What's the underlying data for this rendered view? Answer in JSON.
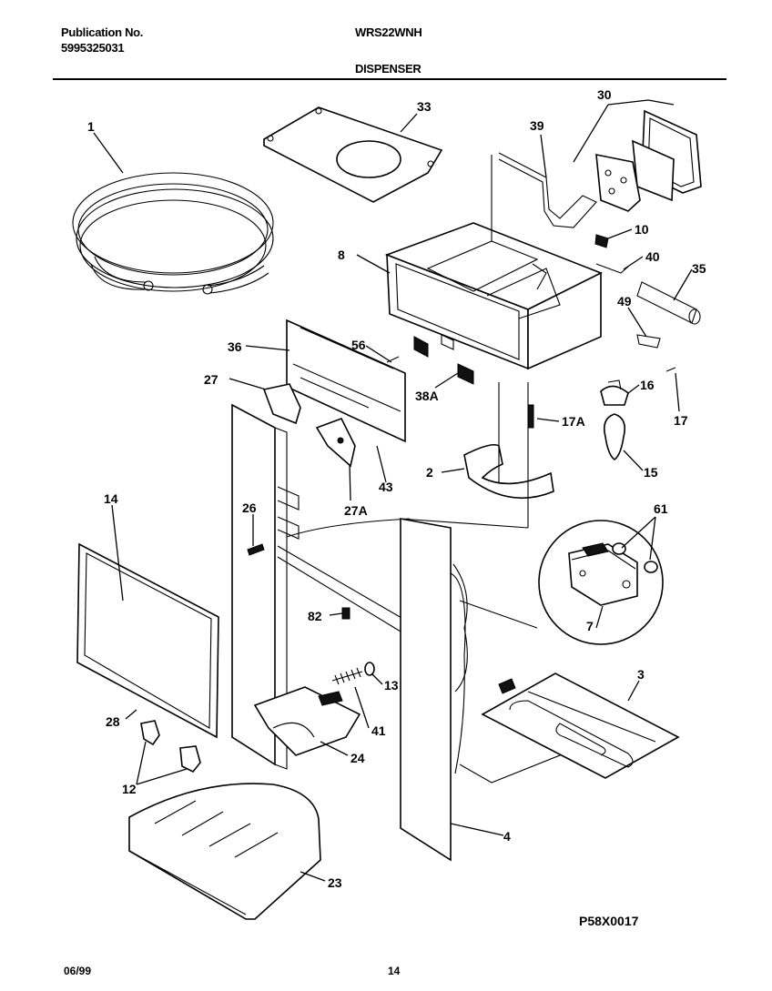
{
  "header": {
    "publication_label": "Publication No.",
    "publication_number": "5995325031",
    "model": "WRS22WNH",
    "section": "DISPENSER"
  },
  "footer": {
    "date": "06/99",
    "page": "14",
    "figure_code": "P58X0017"
  },
  "callouts": [
    "1",
    "33",
    "39",
    "30",
    "10",
    "8",
    "40",
    "35",
    "49",
    "36",
    "56",
    "27",
    "38A",
    "16",
    "17",
    "17A",
    "15",
    "2",
    "43",
    "27A",
    "14",
    "26",
    "61",
    "82",
    "7",
    "13",
    "3",
    "41",
    "28",
    "24",
    "12",
    "4",
    "23"
  ]
}
